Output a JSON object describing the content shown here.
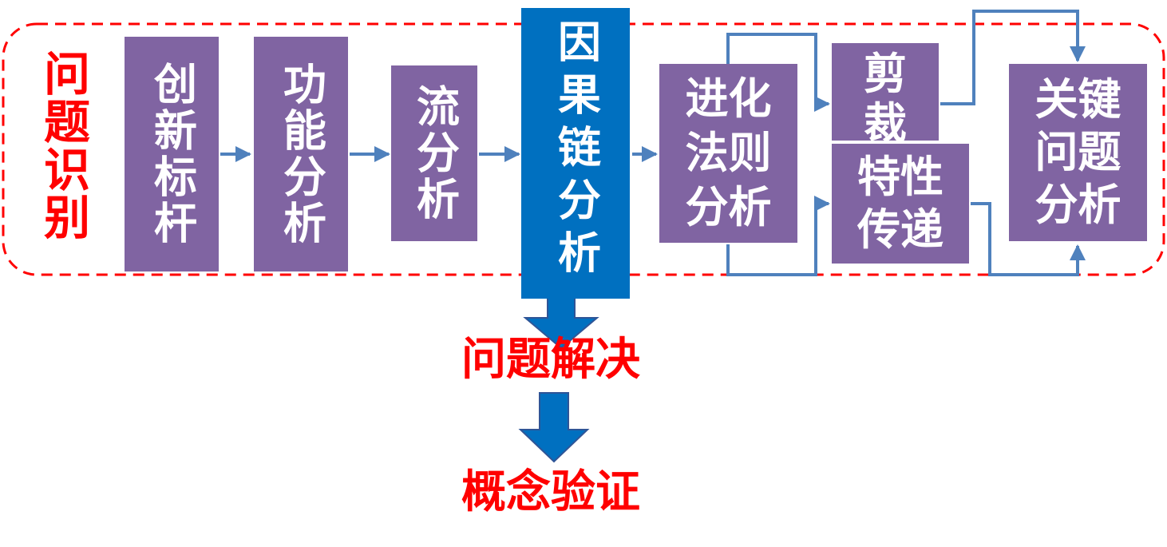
{
  "zone_label": "问题识别",
  "steps": {
    "innovation_benchmark": "创新标杆",
    "function_analysis": "功能分析",
    "flow_analysis": "流分析",
    "causal_chain_analysis": "因果链分析",
    "evolution_law_analysis_line1": "进化",
    "evolution_law_analysis_line2": "法则",
    "evolution_law_analysis_line3": "分析",
    "trimming_line1": "剪",
    "trimming_line2": "裁",
    "feature_transfer_line1": "特性",
    "feature_transfer_line2": "传递",
    "key_problem_analysis_line1": "关键",
    "key_problem_analysis_line2": "问题",
    "key_problem_analysis_line3": "分析"
  },
  "outputs": {
    "problem_solving": "问题解决",
    "concept_verification": "概念验证"
  },
  "colors": {
    "box_purple": "#8064a2",
    "box_blue": "#0070c0",
    "arrow_blue": "#4f81bd",
    "dashed_red": "#ff0000"
  }
}
